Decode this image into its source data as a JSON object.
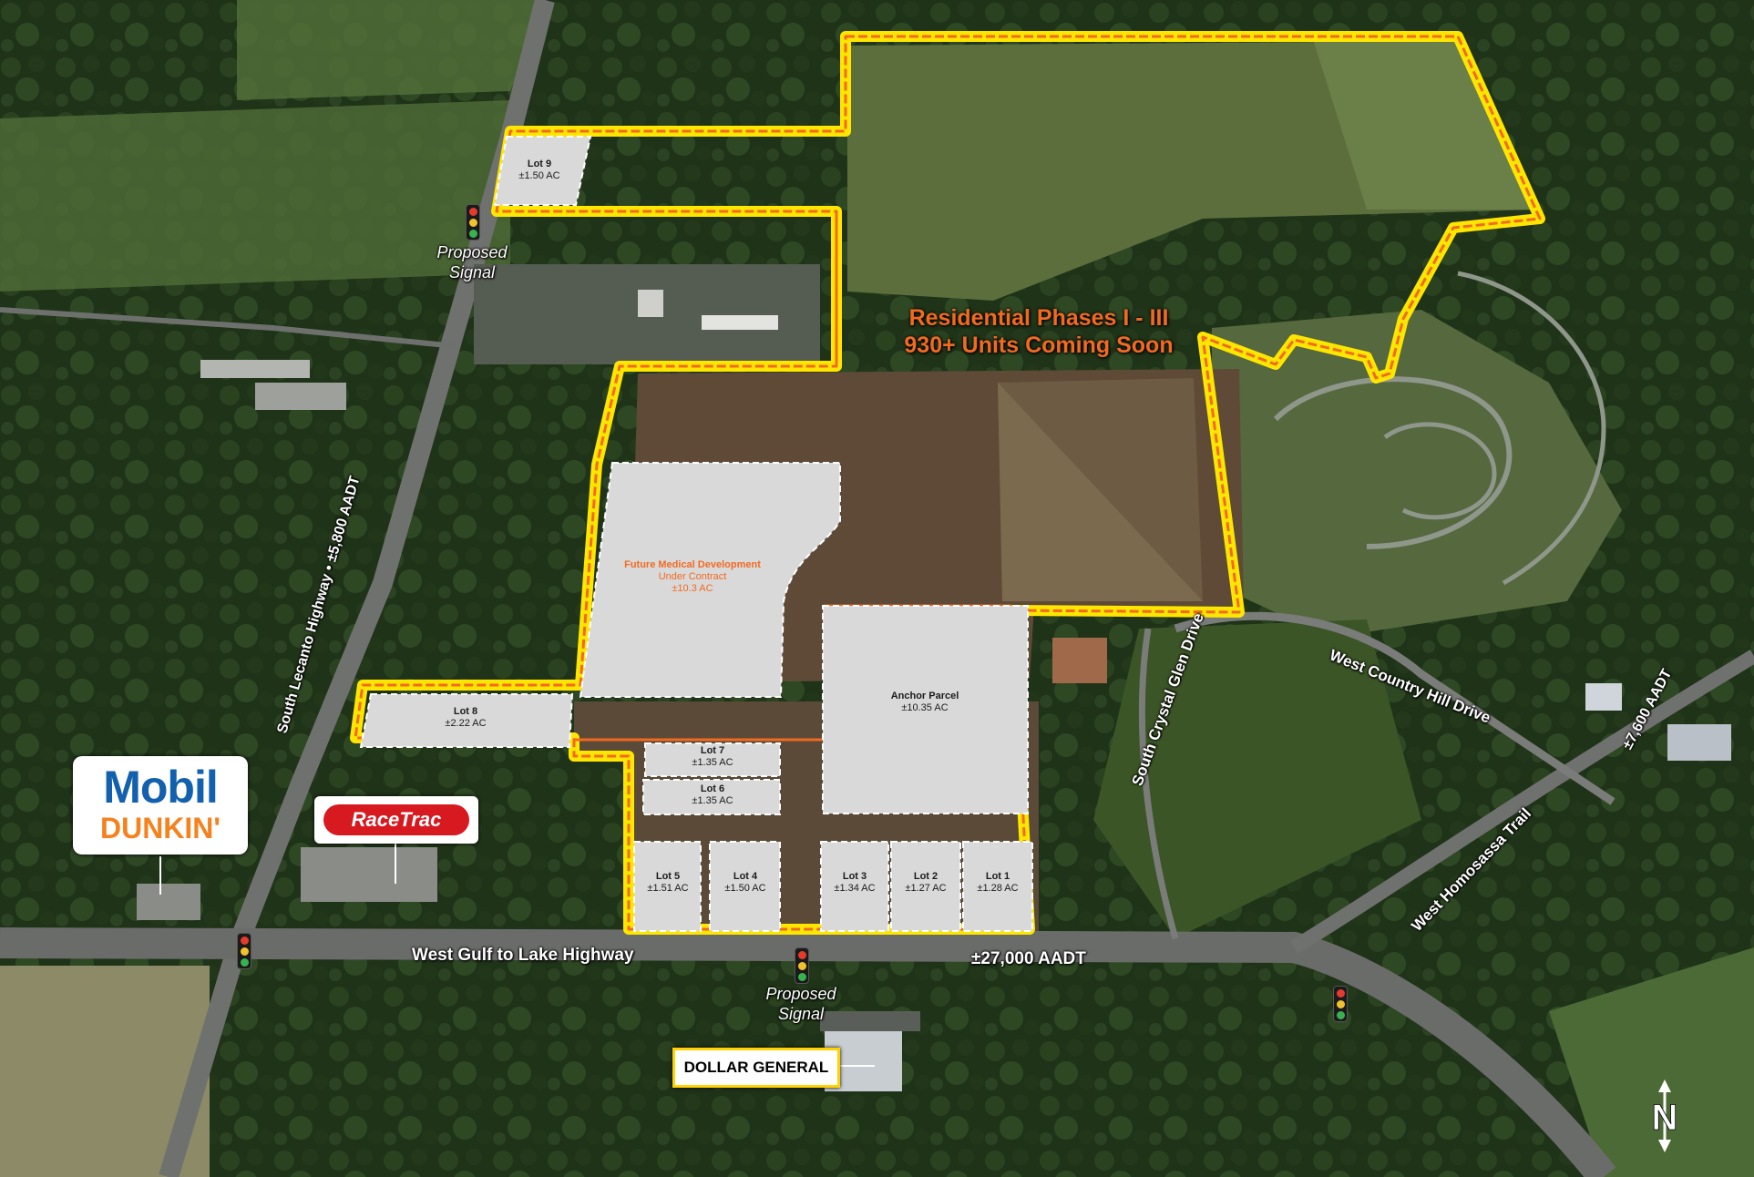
{
  "map": {
    "residential": {
      "line1": "Residential Phases I - III",
      "line2": "930+ Units Coming Soon"
    },
    "medical": {
      "name": "Future Medical Development",
      "status": "Under Contract",
      "acres": "±10.3 AC"
    },
    "anchor": {
      "name": "Anchor Parcel",
      "acres": "±10.35 AC"
    },
    "lots": [
      {
        "name": "Lot 9",
        "acres": "±1.50 AC"
      },
      {
        "name": "Lot 8",
        "acres": "±2.22 AC"
      },
      {
        "name": "Lot 7",
        "acres": "±1.35 AC"
      },
      {
        "name": "Lot 6",
        "acres": "±1.35 AC"
      },
      {
        "name": "Lot 5",
        "acres": "±1.51 AC"
      },
      {
        "name": "Lot 4",
        "acres": "±1.50 AC"
      },
      {
        "name": "Lot 3",
        "acres": "±1.34 AC"
      },
      {
        "name": "Lot 2",
        "acres": "±1.27 AC"
      },
      {
        "name": "Lot 1",
        "acres": "±1.28 AC"
      }
    ],
    "roads": {
      "lecanto": "South Lecanto Highway • ±5,800 AADT",
      "gulf": "West Gulf to Lake Highway",
      "gulf_aadt": "±27,000 AADT",
      "crystal_glen": "South Crystal Glen Drive",
      "country_hill": "West Country Hill Drive",
      "homosassa": "West Homosassa Trail",
      "homosassa_aadt": "±7,600 AADT"
    },
    "signals": {
      "proposed_north": {
        "line1": "Proposed",
        "line2": "Signal"
      },
      "proposed_south": {
        "line1": "Proposed",
        "line2": "Signal"
      }
    },
    "businesses": {
      "mobil": "Mobil",
      "dunkin": "DUNKIN'",
      "racetrac": "RaceTrac",
      "dollar_general": "DOLLAR GENERAL"
    },
    "north_arrow": "N"
  },
  "colors": {
    "boundary_outer": "#ffe600",
    "boundary_inner": "#f26a21",
    "parcel_fill": "#d9d9d9",
    "accent_text": "#f26a21"
  }
}
